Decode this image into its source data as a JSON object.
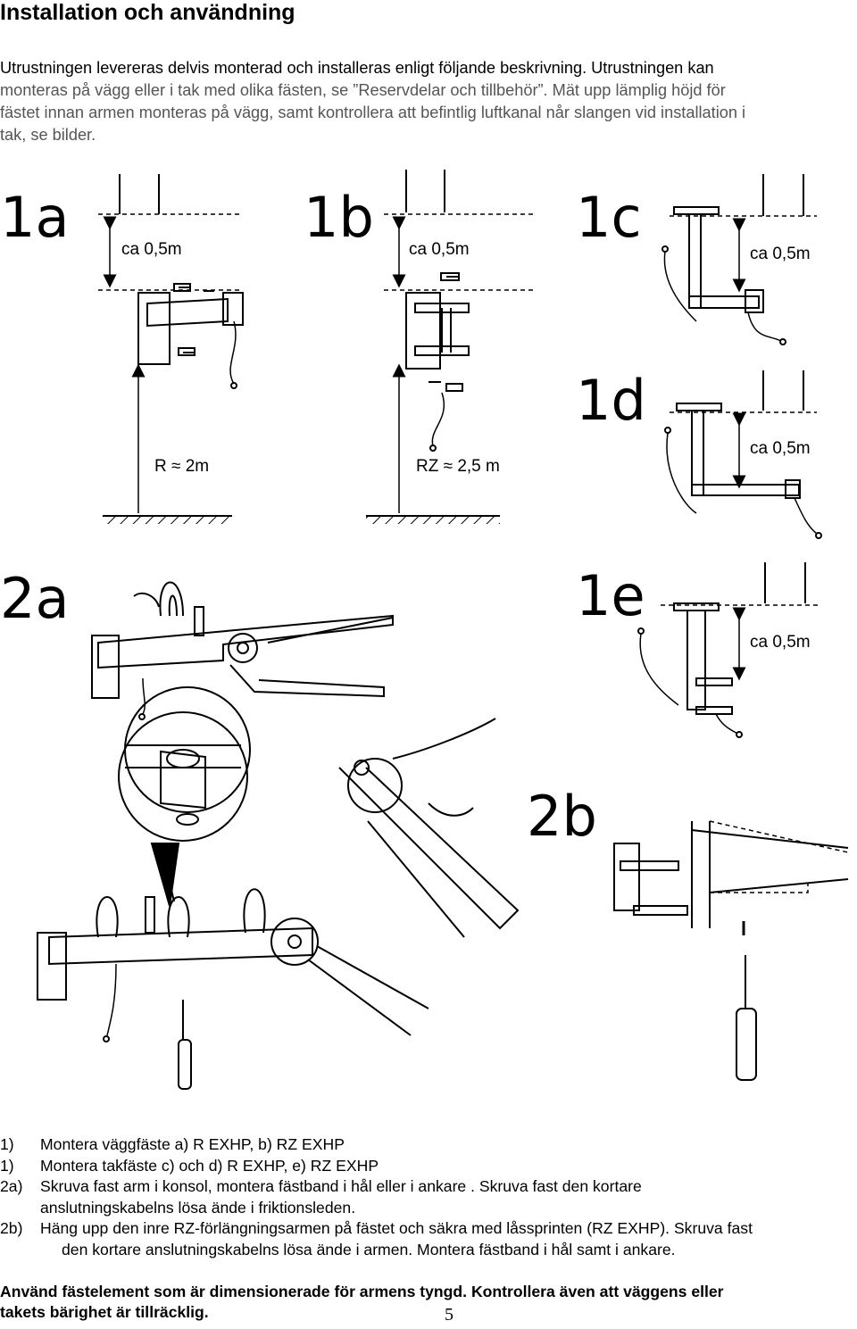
{
  "page": {
    "title": "Installation och användning",
    "intro_lines": [
      "Utrustningen levereras delvis monterad och installeras enligt följande beskrivning. Utrustningen kan",
      "monteras på vägg eller i tak med olika fästen, se ”Reservdelar och tillbehör”. Mät upp lämplig höjd för",
      "fästet innan armen monteras på vägg, samt kontrollera att befintlig luftkanal når slangen vid installation i",
      "tak, se bilder."
    ],
    "page_number": "5"
  },
  "figures": {
    "labels": {
      "f1a": "1a",
      "f1b": "1b",
      "f1c": "1c",
      "f1d": "1d",
      "f1e": "1e",
      "f2a": "2a",
      "f2b": "2b"
    },
    "dimensions": {
      "d1a": "ca 0,5m",
      "d1b": "ca 0,5m",
      "d1c": "ca 0,5m",
      "d1d": "ca 0,5m",
      "d1e": "ca 0,5m",
      "r1a": "R ≈ 2m",
      "r1b": "RZ ≈ 2,5 m"
    }
  },
  "steps": [
    {
      "num": "1)",
      "text": "Montera väggfäste a) R EXHP, b) RZ EXHP",
      "text2": ""
    },
    {
      "num": "1)",
      "text": "Montera takfäste c) och d) R EXHP, e) RZ EXHP",
      "text2": ""
    },
    {
      "num": "2a)",
      "text": "Skruva fast arm i konsol, montera fästband i hål eller i ankare . Skruva fast den kortare",
      "text2": "anslutningskabelns lösa ände i friktionsleden."
    },
    {
      "num": "2b)",
      "text": "Häng upp den inre RZ-förlängningsarmen på fästet och säkra med låssprinten (RZ EXHP). Skruva fast",
      "text2": "den kortare anslutningskabelns lösa ände i armen. Montera fästband i hål samt i ankare."
    }
  ],
  "warning": [
    "Använd fästelement som är dimensionerade för armens tyngd. Kontrollera även att väggens eller",
    "takets bärighet är tillräcklig."
  ]
}
